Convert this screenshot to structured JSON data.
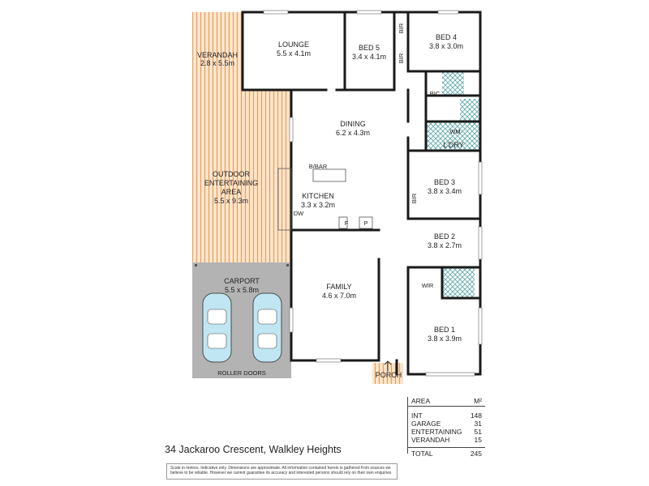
{
  "rooms": {
    "verandah": {
      "name": "VERANDAH",
      "dims": "2.8 x 5.5m"
    },
    "lounge": {
      "name": "LOUNGE",
      "dims": "5.5 x 4.1m"
    },
    "bed5": {
      "name": "BED 5",
      "dims": "3.4 x 4.1m"
    },
    "bed4": {
      "name": "BED 4",
      "dims": "3.8 x 3.0m"
    },
    "dining": {
      "name": "DINING",
      "dims": "6.2 x 4.3m"
    },
    "outdoor": {
      "name_line1": "OUTDOOR",
      "name_line2": "ENTERTAINING",
      "name_line3": "AREA",
      "dims": "5.5 x 9.3m"
    },
    "kitchen": {
      "name": "KITCHEN",
      "dims": "3.3 x 3.2m"
    },
    "bed3": {
      "name": "BED 3",
      "dims": "3.8 x 3.4m"
    },
    "bed2": {
      "name": "BED 2",
      "dims": "3.8 x 2.7m"
    },
    "carport": {
      "name": "CARPORT",
      "dims": "5.5 x 5.8m"
    },
    "family": {
      "name": "FAMILY",
      "dims": "4.6 x 7.0m"
    },
    "bed1": {
      "name": "BED 1",
      "dims": "3.8 x 3.9m"
    }
  },
  "labels": {
    "bir": "BIR",
    "bic": "BIC",
    "wm": "WM",
    "ldry": "L'DRY",
    "bbar": "B/BAR",
    "dw": "DW",
    "fridge": "F",
    "pantry": "P",
    "wir": "WIR",
    "porch": "PORCH",
    "roller_doors": "ROLLER DOORS"
  },
  "address": "34 Jackaroo Crescent, Walkley Heights",
  "disclaimer": "Scale in metres. Indicative only. Dimensions are approximate. All information contained herein is gathered from sources we believe to be reliable. However we cannot guarantee its accuracy and interested persons should rely on their own enquiries",
  "area_table": {
    "header_label": "AREA",
    "header_unit": "M²",
    "rows": [
      {
        "label": "INT",
        "value": "148"
      },
      {
        "label": "GARAGE",
        "value": "31"
      },
      {
        "label": "ENTERTAINING",
        "value": "51"
      },
      {
        "label": "VERANDAH",
        "value": "15"
      }
    ],
    "total_label": "TOTAL",
    "total_value": "245"
  },
  "colors": {
    "deck": "#e8a15a",
    "carport": "#b3b3b3",
    "wall": "#1a1a1a",
    "tile": "#5aa6a6",
    "car": "#bfe6f2"
  }
}
